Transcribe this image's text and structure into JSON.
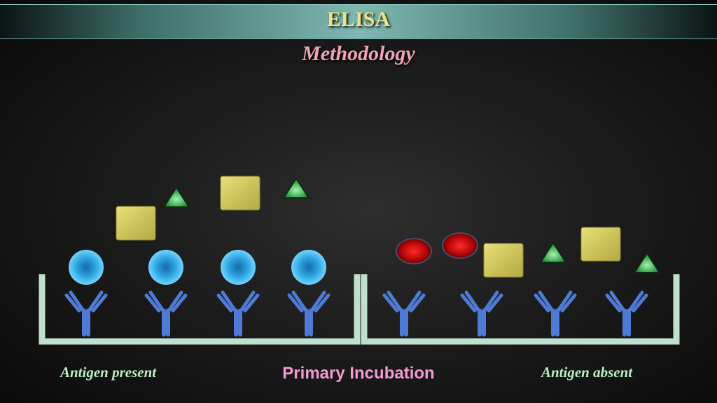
{
  "header": {
    "title": "ELISA",
    "subtitle": "Methodology"
  },
  "labels": {
    "left": "Antigen present",
    "center": "Primary Incubation",
    "right": "Antigen absent"
  },
  "colors": {
    "well": "#bfe0cc",
    "antibody": "#4f7ad6",
    "target_antigen": "#3fb4ea",
    "nonspecific_square": "#d8d16a",
    "nonspecific_triangle": "#35a14e",
    "nonspecific_oval": "#cc1111"
  }
}
